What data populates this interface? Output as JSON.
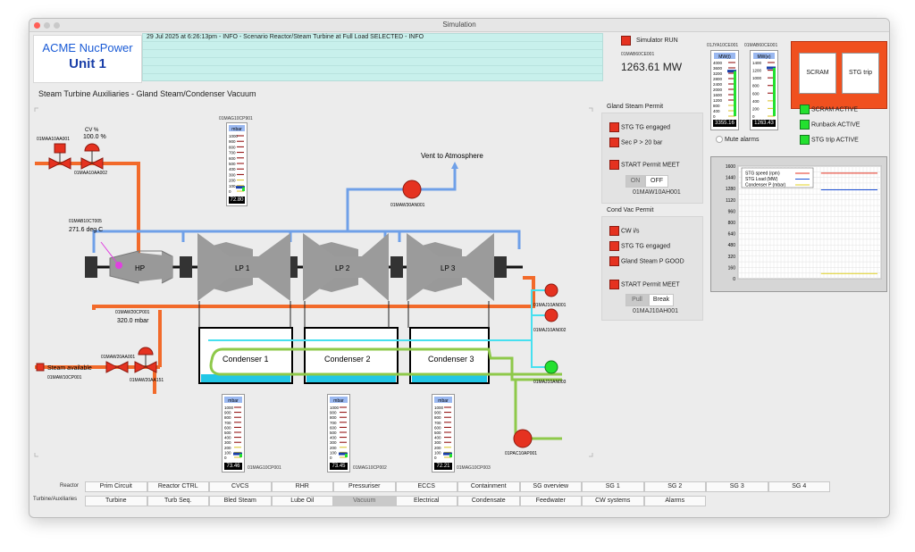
{
  "window": {
    "title": "Simulation"
  },
  "brand": {
    "name": "ACME NucPower",
    "unit": "Unit 1"
  },
  "log": {
    "message": "29 Jul 2025 at 6:26:13pm - INFO - Scenario Reactor/Steam Turbine at Full Load SELECTED - INFO"
  },
  "status": {
    "sim_run": "Simulator RUN",
    "mw_tag": "01MAB60CE001",
    "mw_value": "1263.61 MW"
  },
  "gauges_top": [
    {
      "tag": "01JYA10CE001",
      "unit": "MW(t)",
      "ticks": [
        "4000",
        "3600",
        "3200",
        "2800",
        "2400",
        "2000",
        "1600",
        "1200",
        "800",
        "400",
        "0"
      ],
      "readout": "3355.16",
      "level": 0.84
    },
    {
      "tag": "01MAB60CE001",
      "unit": "MW(e)",
      "ticks": [
        "1400",
        "1200",
        "1000",
        "800",
        "600",
        "400",
        "200",
        "0"
      ],
      "readout": "1263.43",
      "level": 0.9
    }
  ],
  "mute": "Mute alarms",
  "trip": {
    "scram": "SCRAM",
    "stg": "STG trip"
  },
  "indicators": [
    "SCRAM ACTIVE",
    "Runback ACTIVE",
    "STG trip ACTIVE"
  ],
  "page_title": "Steam Turbine Auxiliaries - Gland Steam/Condenser Vacuum",
  "gland": {
    "title": "Gland Steam Permit",
    "items": [
      "STG TG engaged",
      "Sec P > 20 bar"
    ],
    "start": "START Permit MEET",
    "on": "ON",
    "off": "OFF",
    "tag": "01MAW10AH001"
  },
  "condvac": {
    "title": "Cond Vac Permit",
    "items": [
      "CW i/s",
      "STG TG engaged",
      "Gland Steam P GOOD"
    ],
    "start": "START Permit MEET",
    "pull": "Pull",
    "brk": "Break",
    "tag": "01MAJ10AH001"
  },
  "diagram": {
    "valve1": "01MAA10AA001",
    "cv_label": "CV %",
    "cv_value": "100.0 %",
    "valve2": "01MAA10AA002",
    "temp_tag": "01MAB10CT005",
    "temp_value": "271.6 deg C",
    "vent": "Vent to Atmosphere",
    "fan": "01MAW30AN001",
    "hp": "HP",
    "lp1": "LP 1",
    "lp2": "LP 2",
    "lp3": "LP 3",
    "press_tag": "01MAW20CP001",
    "press_value": "320.0 mbar",
    "steam_valve1": "01MAW20AA001",
    "steam_avail": "Steam available",
    "steam_tag": "01MAW10CP001",
    "steam_valve2": "01MAW20AA151",
    "cond1": "Condenser 1",
    "cond2": "Condenser 2",
    "cond3": "Condenser 3",
    "pump1": "01MAJ10AN001",
    "pump2": "01MAJ10AN002",
    "pump3": "01MAJ10AN003",
    "pump4": "01PAC10AP001",
    "gland_gauge": {
      "tag": "01MAG10CP901",
      "unit": "mbar",
      "readout": "72.80",
      "level": 0.07
    },
    "cond_gauges": [
      {
        "tag": "01MAG10CP001",
        "unit": "mbar",
        "readout": "73.46",
        "level": 0.07
      },
      {
        "tag": "01MAG10CP002",
        "unit": "mbar",
        "readout": "73.45",
        "level": 0.07
      },
      {
        "tag": "01MAG10CP003",
        "unit": "mbar",
        "readout": "72.21",
        "level": 0.07
      }
    ],
    "mbar_ticks": [
      "1000",
      "900",
      "800",
      "700",
      "600",
      "500",
      "400",
      "300",
      "200",
      "100",
      "0"
    ]
  },
  "chart_data": {
    "type": "line",
    "ylim": [
      0,
      1600
    ],
    "yticks": [
      "1600",
      "1440",
      "1280",
      "1120",
      "960",
      "800",
      "640",
      "480",
      "320",
      "160",
      "0"
    ],
    "series": [
      {
        "name": "STG speed (rpm)",
        "color": "#e53220",
        "values": [
          1500,
          1500,
          1500,
          1500,
          1500,
          1500,
          1500,
          1500,
          1500,
          1500
        ]
      },
      {
        "name": "STG Load (MW)",
        "color": "#1a4fd6",
        "values": [
          1263,
          1263,
          1263,
          1263,
          1263,
          1263,
          1263,
          1263,
          1263,
          1263
        ]
      },
      {
        "name": "Condenser P (mbar)",
        "color": "#e0d020",
        "values": [
          73,
          73,
          73,
          73,
          73,
          73,
          73,
          73,
          73,
          73
        ]
      }
    ]
  },
  "nav": {
    "row1_label": "Reactor",
    "row1": [
      "Prim Circuit",
      "Reactor CTRL",
      "CVCS",
      "RHR",
      "Pressuriser",
      "ECCS",
      "Containment",
      "SG overview",
      "SG 1",
      "SG 2",
      "SG 3",
      "SG 4"
    ],
    "row2_label": "Turbine/Auxiliaries",
    "row2": [
      "Turbine",
      "Turb Seq.",
      "Bled Steam",
      "Lube Oil",
      "Vacuum",
      "Electrical",
      "Condensate",
      "Feedwater",
      "CW systems",
      "Alarms"
    ],
    "selected": "Vacuum"
  }
}
